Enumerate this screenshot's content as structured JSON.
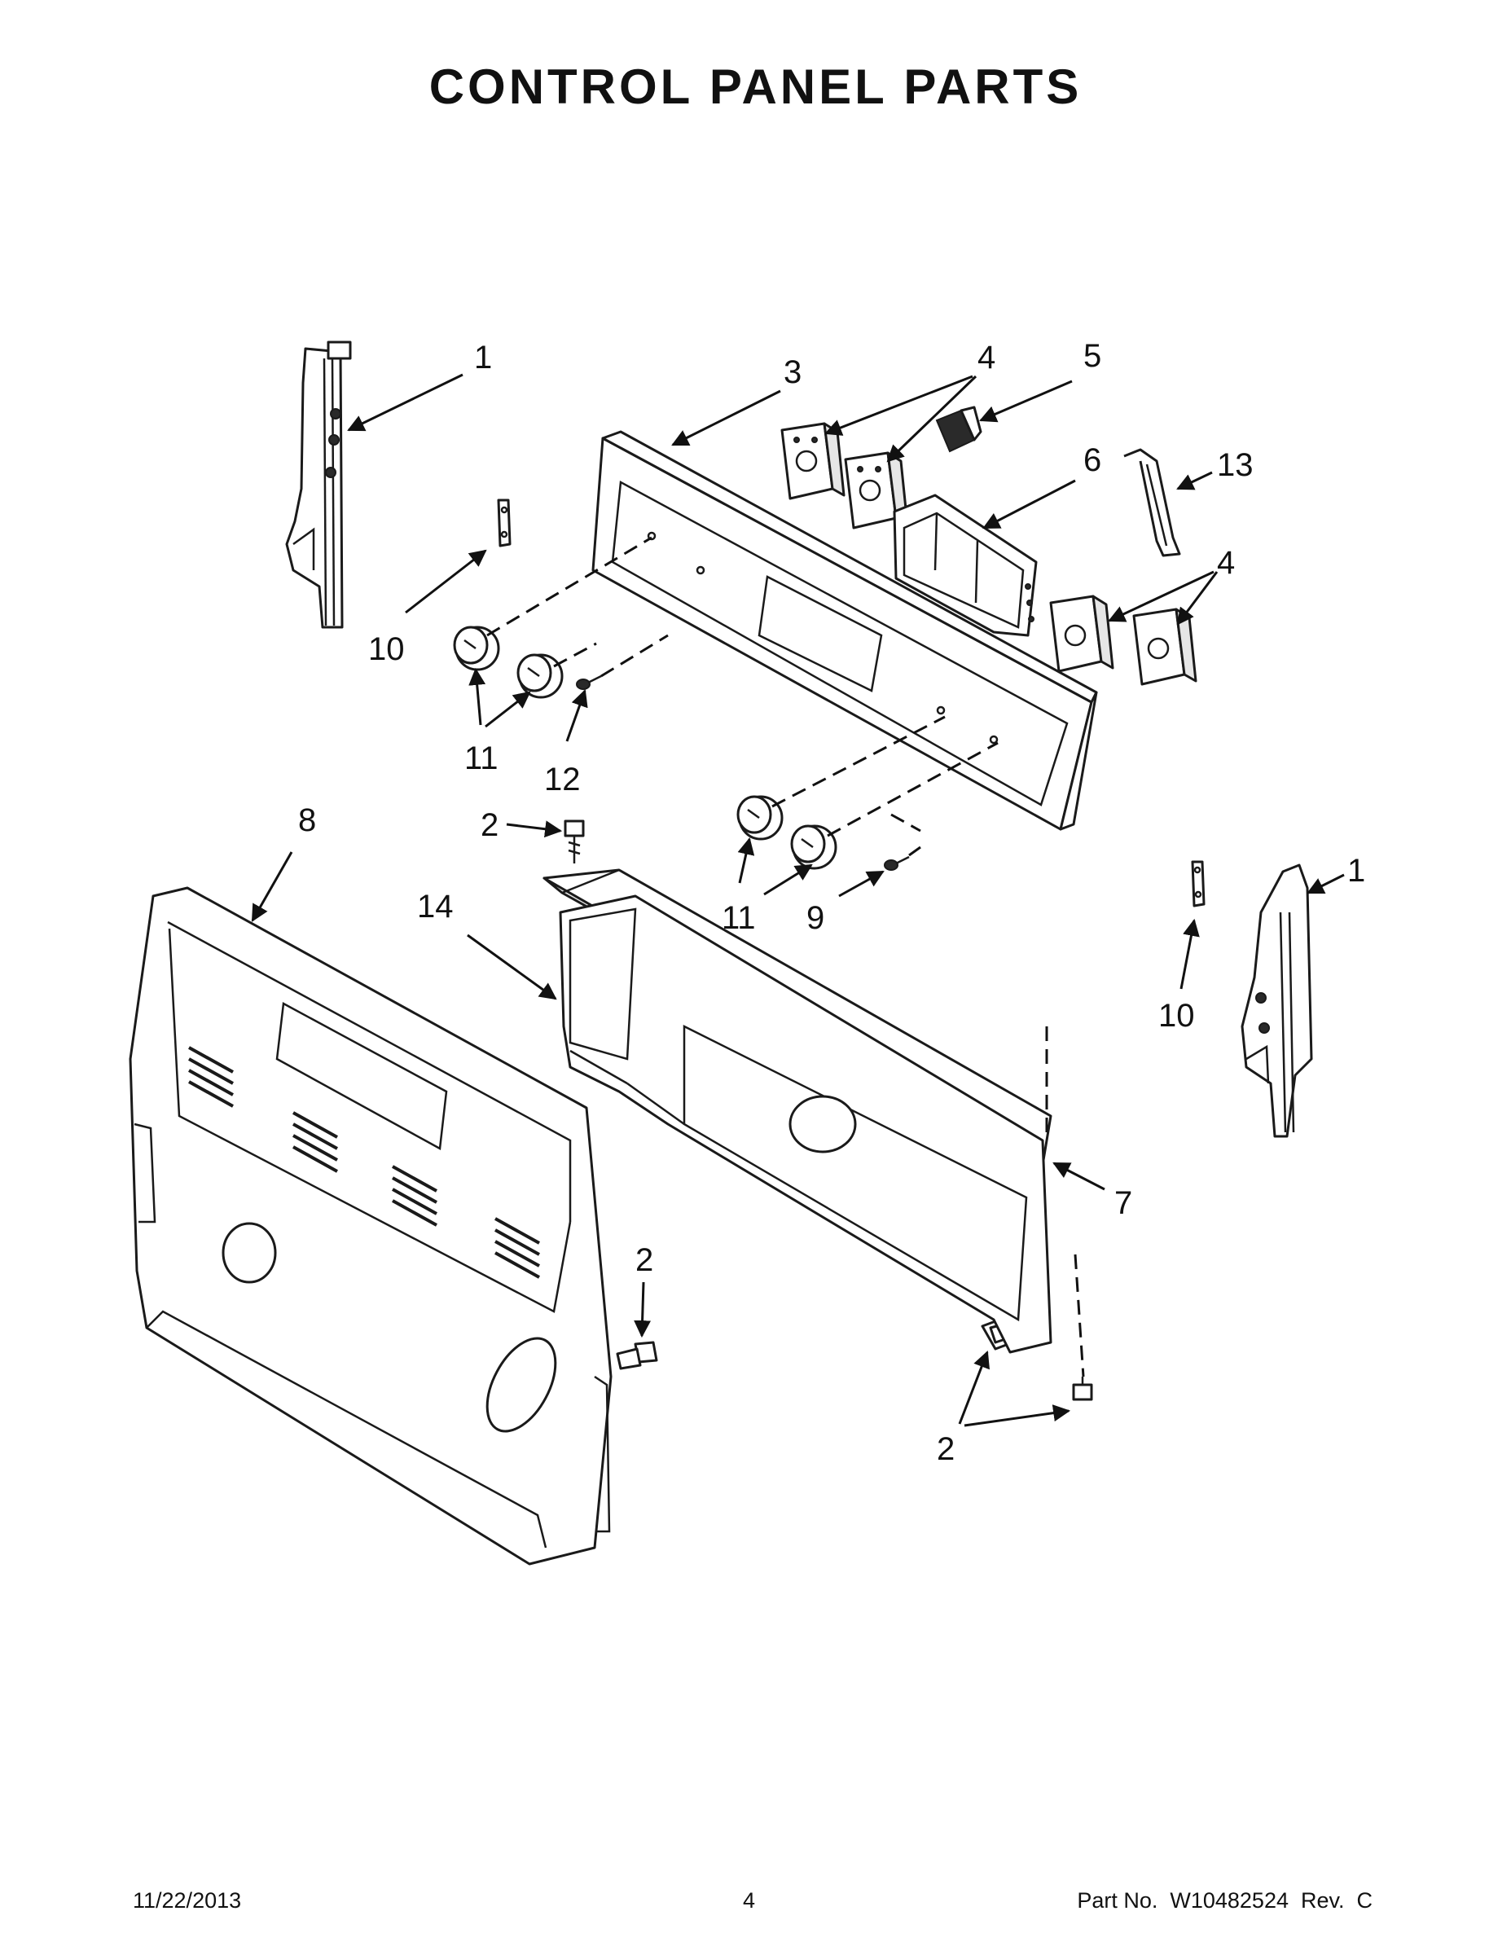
{
  "title": "CONTROL PANEL PARTS",
  "callouts": {
    "c1_top": "1",
    "c1_right": "1",
    "c2_screw_top": "2",
    "c2_left": "2",
    "c2_bottom": "2",
    "c3": "3",
    "c4_top": "4",
    "c4_right": "4",
    "c5": "5",
    "c6": "6",
    "c7": "7",
    "c8": "8",
    "c9": "9",
    "c10_left": "10",
    "c10_right": "10",
    "c11_left": "11",
    "c11_mid": "11",
    "c12": "12",
    "c13": "13",
    "c14": "14"
  },
  "footer": {
    "date": "11/22/2013",
    "page": "4",
    "part_number": "Part No.  W10482524  Rev.  C"
  }
}
